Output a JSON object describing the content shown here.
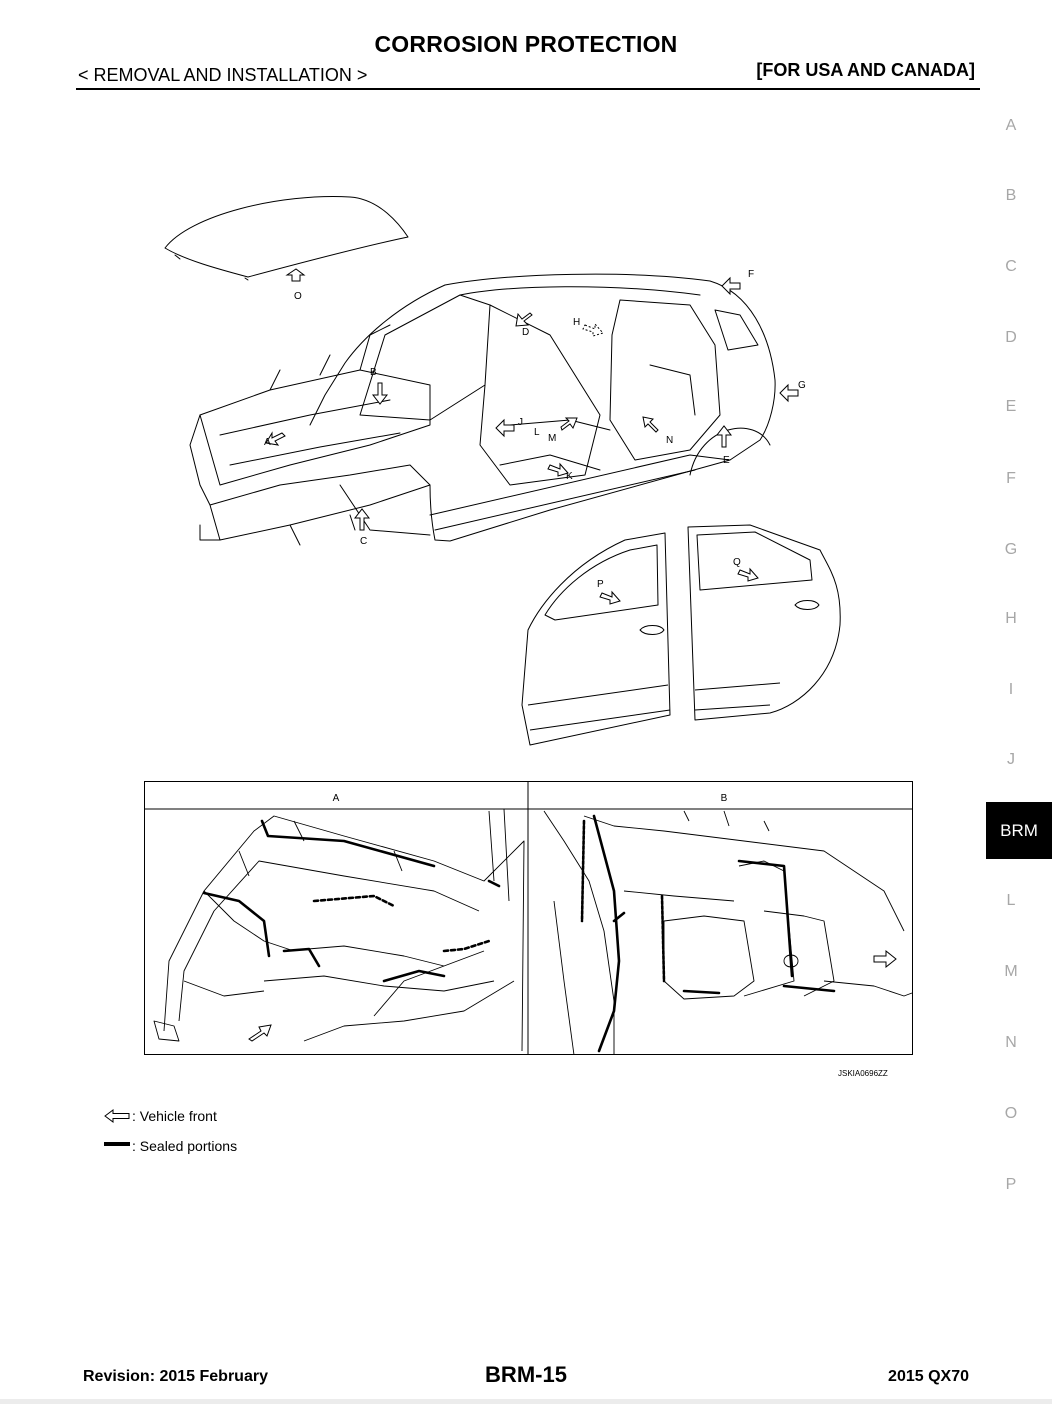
{
  "header": {
    "title": "CORROSION PROTECTION",
    "section": "< REMOVAL AND INSTALLATION >",
    "market": "[FOR USA AND CANADA]"
  },
  "side_index": {
    "letters": [
      "A",
      "B",
      "C",
      "D",
      "E",
      "F",
      "G",
      "H",
      "I",
      "J",
      "L",
      "M",
      "N",
      "O",
      "P"
    ],
    "active_tab": "BRM"
  },
  "figure": {
    "callouts": [
      "O",
      "F",
      "D",
      "H",
      "B",
      "G",
      "A",
      "J",
      "L",
      "M",
      "N",
      "E",
      "K",
      "C",
      "P",
      "Q"
    ],
    "detail_headers": [
      "A",
      "B"
    ],
    "code": "JSKIA0696ZZ"
  },
  "legend": {
    "vehicle_front": ": Vehicle front",
    "sealed": ": Sealed portions"
  },
  "footer": {
    "revision": "Revision: 2015 February",
    "page": "BRM-15",
    "model": "2015 QX70"
  },
  "colors": {
    "tab_background": "#000000",
    "index_letters": "#a7a7a7"
  }
}
